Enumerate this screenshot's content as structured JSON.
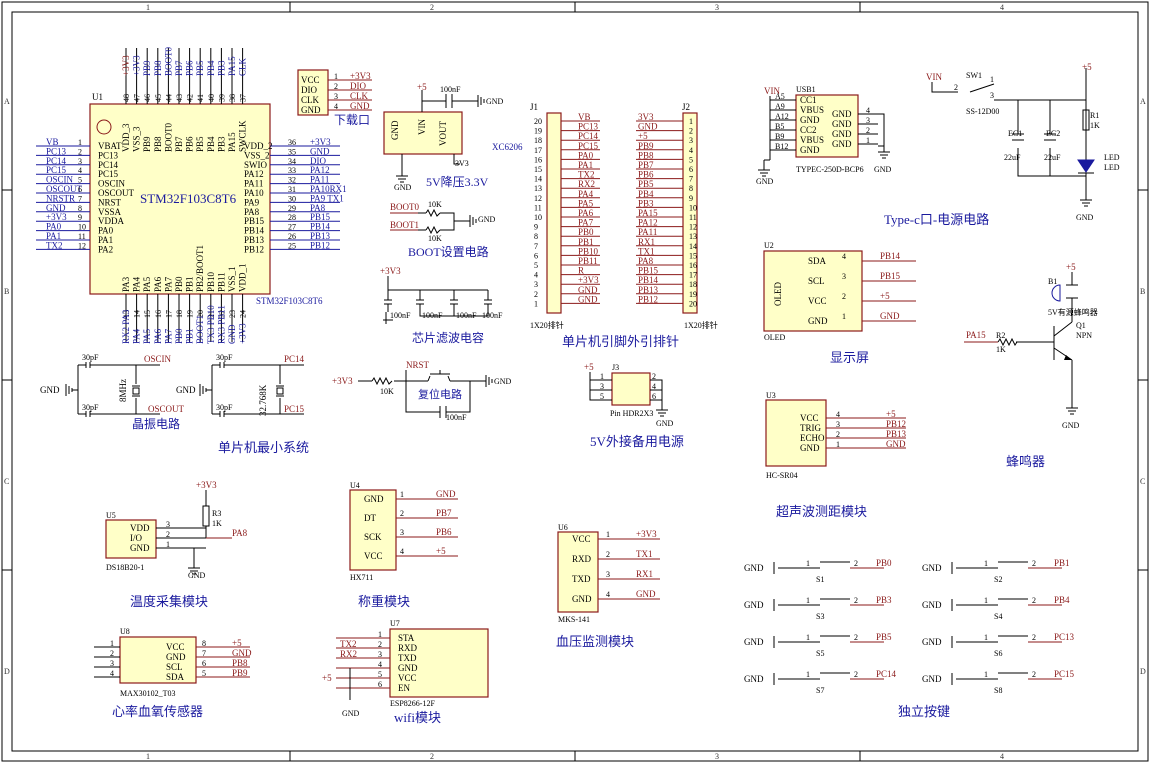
{
  "frame": {
    "cols": [
      "1",
      "2",
      "3",
      "4"
    ],
    "rows": [
      "A",
      "B",
      "C",
      "D"
    ]
  },
  "mcu": {
    "ref": "U1",
    "name": "STM32F103C8T6",
    "part": "STM32F103C8T6",
    "caption": "单片机最小系统",
    "top_pins": [
      "+3V3",
      "PB9",
      "PB8",
      "BOOT0",
      "PB7",
      "PB6",
      "PB5",
      "PB4",
      "PB3",
      "PA15",
      "CLK"
    ],
    "top_inner": [
      "VDD_3",
      "VSS_3",
      "PB9",
      "PB8",
      "BOOT0",
      "PB7",
      "PB6",
      "PB5",
      "PB4",
      "PB3",
      "PA15",
      "SWCLK"
    ],
    "top_nums": [
      "48",
      "47",
      "46",
      "45",
      "44",
      "43",
      "42",
      "41",
      "40",
      "39",
      "38",
      "37"
    ],
    "left_pins": [
      {
        "net": "VB",
        "name": "VBAT",
        "num": "1"
      },
      {
        "net": "PC13",
        "name": "PC13",
        "num": "2"
      },
      {
        "net": "PC14",
        "name": "PC14",
        "num": "3"
      },
      {
        "net": "PC15",
        "name": "PC15",
        "num": "4"
      },
      {
        "net": "OSCIN",
        "name": "OSCIN",
        "num": "5"
      },
      {
        "net": "OSCOUT",
        "name": "OSCOUT",
        "num": "6"
      },
      {
        "net": "NRSTR",
        "name": "NRST",
        "num": "7"
      },
      {
        "net": "GND",
        "name": "VSSA",
        "num": "8"
      },
      {
        "net": "+3V3",
        "name": "VDDA",
        "num": "9"
      },
      {
        "net": "PA0",
        "name": "PA0",
        "num": "10"
      },
      {
        "net": "PA1",
        "name": "PA1",
        "num": "11"
      },
      {
        "net": "TX2",
        "name": "PA2",
        "num": "12"
      }
    ],
    "right_pins": [
      {
        "net": "+3V3",
        "name": "VDD_2",
        "num": "36"
      },
      {
        "net": "GND",
        "name": "VSS_2",
        "num": "35"
      },
      {
        "net": "DIO",
        "name": "SWIO",
        "num": "34"
      },
      {
        "net": "PA12",
        "name": "PA12",
        "num": "33"
      },
      {
        "net": "PA11",
        "name": "PA11",
        "num": "32"
      },
      {
        "net": "PA10RX1",
        "name": "PA10",
        "num": "31"
      },
      {
        "net": "PA9 TX1",
        "name": "PA9",
        "num": "30"
      },
      {
        "net": "PA8",
        "name": "PA8",
        "num": "29"
      },
      {
        "net": "PB15",
        "name": "PB15",
        "num": "28"
      },
      {
        "net": "PB14",
        "name": "PB14",
        "num": "27"
      },
      {
        "net": "PB13",
        "name": "PB13",
        "num": "26"
      },
      {
        "net": "PB12",
        "name": "PB12",
        "num": "25"
      }
    ],
    "bottom_inner": [
      "PA3",
      "PA4",
      "PA5",
      "PA6",
      "PA7",
      "PB0",
      "PB1",
      "PB2/BOOT1",
      "PB10",
      "PB11",
      "VSS_1",
      "VDD_1"
    ],
    "bottom_nums": [
      "13",
      "14",
      "15",
      "16",
      "17",
      "18",
      "19",
      "20",
      "21",
      "22",
      "23",
      "24"
    ],
    "bottom_nets": [
      "RX2 PA3",
      "PA4",
      "PA5",
      "PA6",
      "PA7",
      "PB0",
      "PB1",
      "BOOT1",
      "TX3 PB10",
      "RX3 PB11",
      "GND",
      "+3V3"
    ]
  },
  "download": {
    "caption": "下载口",
    "pins": [
      "VCC",
      "DIO",
      "CLK",
      "GND"
    ],
    "nets": [
      "+3V3",
      "DIO",
      "CLK",
      "GND"
    ],
    "nums": [
      "1",
      "2",
      "3",
      "4"
    ]
  },
  "ldo": {
    "part": "XC6206",
    "caption": "5V降压3.3V",
    "pins": [
      "GND",
      "VIN",
      "VOUT"
    ],
    "in": "+5",
    "out": "3V3",
    "cap": "100nF",
    "gnd": "GND"
  },
  "boot": {
    "caption": "BOOT设置电路",
    "nets": [
      "BOOT0",
      "BOOT1"
    ],
    "res": [
      "10K",
      "10K"
    ],
    "gnd": "GND"
  },
  "filter": {
    "caption": "芯片滤波电容",
    "net": "+3V3",
    "caps": [
      "100nF",
      "100nF",
      "100nF",
      "100nF"
    ]
  },
  "crystal": {
    "caption": "晶振电路",
    "main": {
      "freq": "8MHz",
      "caps": [
        "30pF",
        "30pF"
      ],
      "nets": [
        "OSCIN",
        "OSCOUT"
      ]
    },
    "rtc": {
      "freq": "32.768K",
      "caps": [
        "30pF",
        "30pF"
      ],
      "nets": [
        "PC14",
        "PC15"
      ]
    },
    "gnd": "GND"
  },
  "reset": {
    "caption": "复位电路",
    "net": "NRST",
    "vcc": "+3V3",
    "res": "10K",
    "cap": "100nF",
    "gnd": "GND"
  },
  "header": {
    "caption": "单片机引脚外引排针",
    "j1": {
      "ref": "J1",
      "part": "1X20排针",
      "nets": [
        "VB",
        "PC13",
        "PC14",
        "PC15",
        "PA0",
        "PA1",
        "TX2",
        "RX2",
        "PA4",
        "PA5",
        "PA6",
        "PA7",
        "PB0",
        "PB1",
        "PB10",
        "PB11",
        "R",
        "+3V3",
        "GND",
        "GND"
      ],
      "nums": [
        "20",
        "19",
        "18",
        "17",
        "16",
        "15",
        "14",
        "13",
        "12",
        "11",
        "10",
        "9",
        "8",
        "7",
        "6",
        "5",
        "4",
        "3",
        "2",
        "1"
      ]
    },
    "j2": {
      "ref": "J2",
      "part": "1X20排针",
      "nets": [
        "3V3",
        "GND",
        "+5",
        "PB9",
        "PB8",
        "PB7",
        "PB6",
        "PB5",
        "PB4",
        "PB3",
        "PA15",
        "PA12",
        "PA11",
        "RX1",
        "TX1",
        "PA8",
        "PB15",
        "PB14",
        "PB13",
        "PB12"
      ],
      "nums": [
        "1",
        "2",
        "3",
        "4",
        "5",
        "6",
        "7",
        "8",
        "9",
        "10",
        "11",
        "12",
        "13",
        "14",
        "15",
        "16",
        "17",
        "18",
        "19",
        "20"
      ]
    }
  },
  "backup5v": {
    "caption": "5V外接备用电源",
    "ref": "J3",
    "part": "Pin HDR2X3",
    "net": "+5",
    "gnd": "GND",
    "nums": [
      "1",
      "2",
      "3",
      "4",
      "5",
      "6"
    ]
  },
  "usb": {
    "caption": "Type-c口-电源电路",
    "ref": "USB1",
    "part": "TYPEC-250D-BCP6",
    "vin": "VIN",
    "gnd": "GND",
    "left": [
      "A5",
      "A9",
      "A12",
      "B5",
      "B9",
      "B12"
    ],
    "inner_l": [
      "CC1",
      "VBUS",
      "GND",
      "CC2",
      "VBUS",
      "GND"
    ],
    "inner_r": [
      "GND",
      "GND",
      "GND",
      "GND"
    ],
    "right_nums": [
      "4",
      "3",
      "2",
      "1"
    ],
    "sw": {
      "ref": "SW1",
      "part": "SS-12D00",
      "nums": [
        "1",
        "2",
        "3"
      ]
    },
    "ec1": {
      "ref": "EC1",
      "val": "22uF"
    },
    "ec2": {
      "ref": "EC2",
      "val": "22uF"
    },
    "r1": {
      "ref": "R1",
      "val": "1K"
    },
    "led": {
      "ref": "LED",
      "part": "LED"
    },
    "vcc": "+5"
  },
  "oled": {
    "caption": "显示屏",
    "ref": "U2",
    "part": "OLED",
    "name": "OLED",
    "pins": [
      "SDA",
      "SCL",
      "VCC",
      "GND"
    ],
    "nums": [
      "4",
      "3",
      "2",
      "1"
    ],
    "nets": [
      "PB14",
      "PB15",
      "+5",
      "GND"
    ]
  },
  "buzzer": {
    "caption": "蜂鸣器",
    "ref": "B1",
    "part": "5V有源蜂鸣器",
    "vcc": "+5",
    "q": "Q1",
    "qtype": "NPN",
    "r": "R2",
    "rval": "1K",
    "net": "PA15",
    "gnd": "GND"
  },
  "ultra": {
    "caption": "超声波测距模块",
    "ref": "U3",
    "part": "HC-SR04",
    "pins": [
      "VCC",
      "TRIG",
      "ECHO",
      "GND"
    ],
    "nums": [
      "4",
      "3",
      "2",
      "1"
    ],
    "nets": [
      "+5",
      "PB12",
      "PB13",
      "GND"
    ]
  },
  "temp": {
    "caption": "温度采集模块",
    "ref": "U5",
    "part": "DS18B20-1",
    "pins": [
      "VDD",
      "I/O",
      "GND"
    ],
    "nums": [
      "3",
      "2",
      "1"
    ],
    "vcc": "+3V3",
    "r": "R3",
    "rval": "1K",
    "net": "PA8",
    "gnd": "GND"
  },
  "weight": {
    "caption": "称重模块",
    "ref": "U4",
    "part": "HX711",
    "pins": [
      "GND",
      "DT",
      "SCK",
      "VCC"
    ],
    "nums": [
      "1",
      "2",
      "3",
      "4"
    ],
    "nets": [
      "GND",
      "PB7",
      "PB6",
      "+5"
    ]
  },
  "bp": {
    "caption": "血压监测模块",
    "ref": "U6",
    "part": "MKS-141",
    "pins": [
      "VCC",
      "RXD",
      "TXD",
      "GND"
    ],
    "nums": [
      "1",
      "2",
      "3",
      "4"
    ],
    "nets": [
      "+3V3",
      "TX1",
      "RX1",
      "GND"
    ]
  },
  "hr": {
    "caption": "心率血氧传感器",
    "ref": "U8",
    "part": "MAX30102_T03",
    "pins": [
      "VCC",
      "GND",
      "SCL",
      "SDA"
    ],
    "lnums": [
      "1",
      "2",
      "3",
      "4"
    ],
    "rnums": [
      "8",
      "7",
      "6",
      "5"
    ],
    "nets": [
      "+5",
      "GND",
      "PB8",
      "PB9"
    ]
  },
  "wifi": {
    "caption": "wifi模块",
    "ref": "U7",
    "part": "ESP8266-12F",
    "pins": [
      "STA",
      "RXD",
      "TXD",
      "GND",
      "VCC",
      "EN"
    ],
    "nums": [
      "1",
      "2",
      "3",
      "4",
      "5",
      "6"
    ],
    "nets": [
      "TX2",
      "RX2"
    ],
    "vcc": "+5",
    "gnd": "GND"
  },
  "keys": {
    "caption": "独立按键",
    "items": [
      {
        "ref": "S1",
        "net": "PB0"
      },
      {
        "ref": "S2",
        "net": "PB1"
      },
      {
        "ref": "S3",
        "net": "PB3"
      },
      {
        "ref": "S4",
        "net": "PB4"
      },
      {
        "ref": "S5",
        "net": "PB5"
      },
      {
        "ref": "S6",
        "net": "PC13"
      },
      {
        "ref": "S7",
        "net": "PC14"
      },
      {
        "ref": "S8",
        "net": "PC15"
      }
    ],
    "gnd": "GND",
    "n1": "1",
    "n2": "2"
  }
}
